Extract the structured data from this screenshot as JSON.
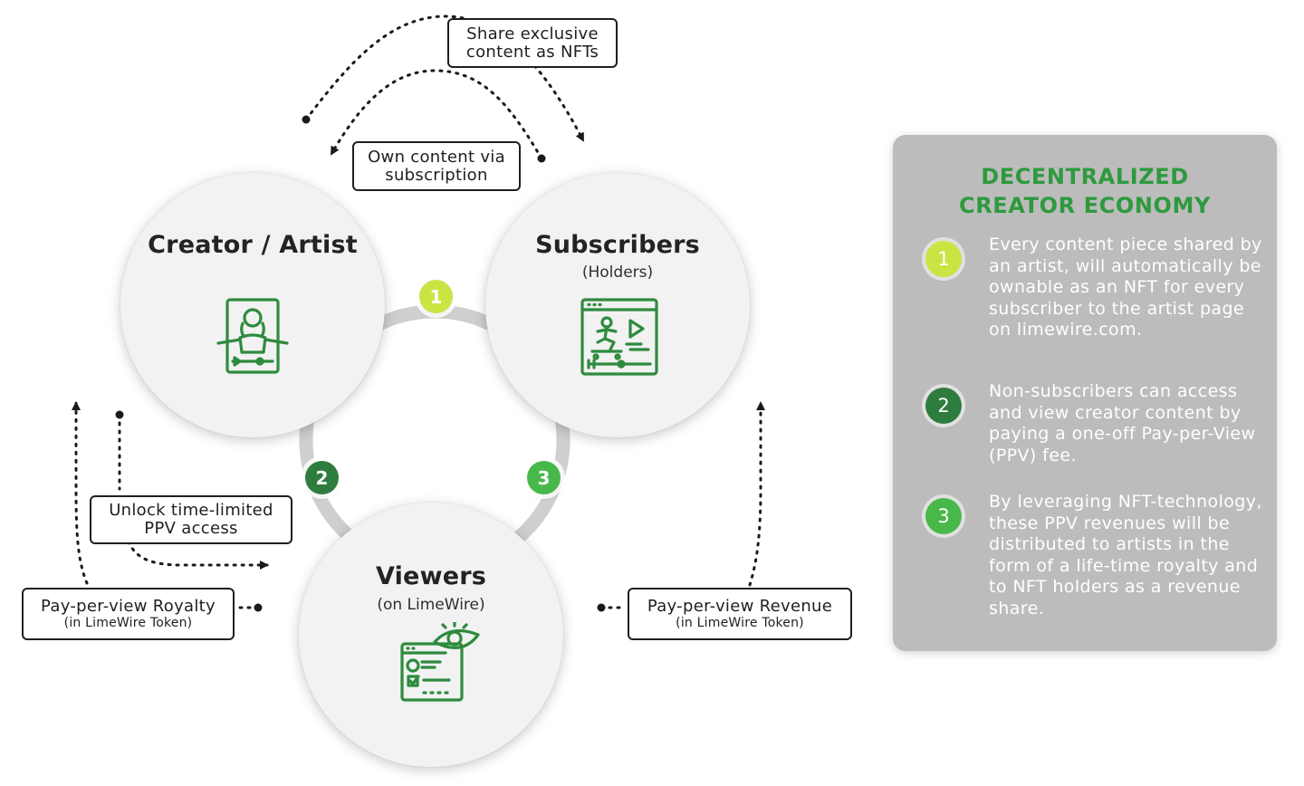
{
  "nodes": {
    "creator": {
      "title": "Creator / Artist"
    },
    "subscribers": {
      "title": "Subscribers",
      "subtitle": "(Holders)"
    },
    "viewers": {
      "title": "Viewers",
      "subtitle": "(on LimeWire)"
    }
  },
  "labels": {
    "share_nfts": "Share exclusive content as NFTs",
    "own_subscription": "Own content via subscription",
    "unlock_ppv": "Unlock time-limited PPV access",
    "royalty_main": "Pay-per-view Royalty",
    "royalty_sub": "(in LimeWire Token)",
    "revenue_main": "Pay-per-view Revenue",
    "revenue_sub": "(in LimeWire Token)"
  },
  "badges": [
    "1",
    "2",
    "3"
  ],
  "panel": {
    "title": "DECENTRALIZED CREATOR ECONOMY",
    "items": [
      {
        "number": "1",
        "color": "#c9e544",
        "text": "Every content piece shared by an artist, will automatically be ownable as an NFT for every subscriber to the artist page on limewire.com."
      },
      {
        "number": "2",
        "color": "#2e7d3f",
        "text": "Non-subscribers can access and view creator content by paying a one-off Pay-per-View (PPV) fee."
      },
      {
        "number": "3",
        "color": "#48b84a",
        "text": "By leveraging NFT-technology, these PPV revenues will be distributed to artists in the form of a life-time royalty and to NFT holders as a revenue share."
      }
    ]
  },
  "colors": {
    "accent_green": "#2e9a3e",
    "icon_green": "#2e8b3e",
    "badge_lime": "#c9e544",
    "badge_dark": "#2e7d3f",
    "badge_mid": "#48b84a",
    "panel_bg": "#bcbcbc",
    "ring": "#cfcfcf"
  },
  "icons": [
    "creator-video-icon",
    "subscriber-video-player-icon",
    "viewer-eye-browser-icon"
  ]
}
